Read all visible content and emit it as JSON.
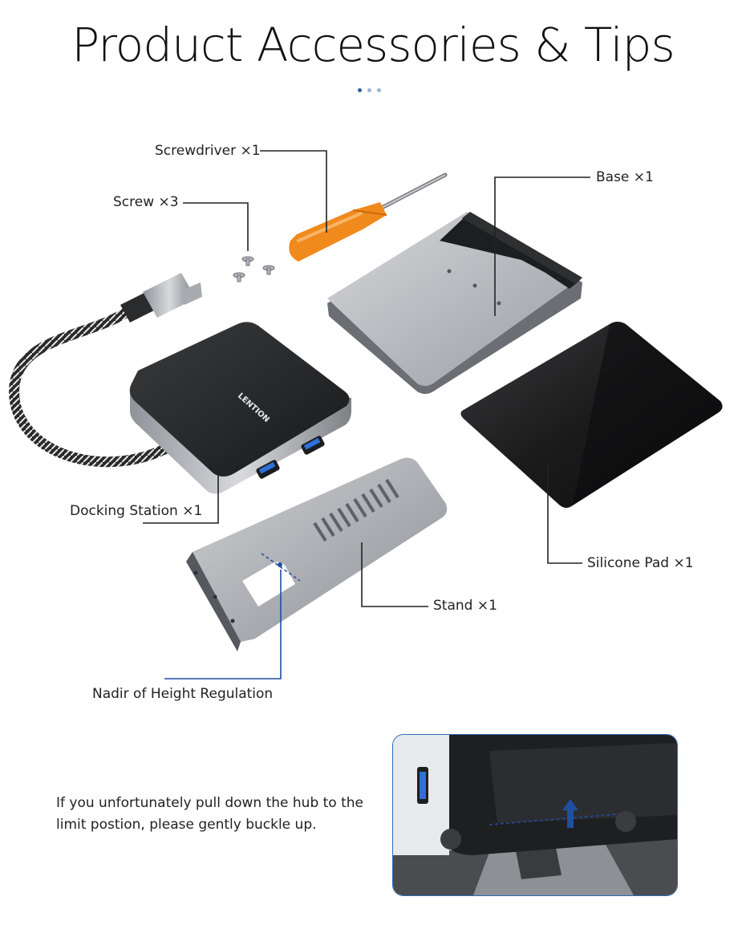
{
  "title": "Product Accessories & Tips",
  "pager": {
    "dots": 3,
    "active": 0,
    "active_color": "#2b5fa8",
    "inactive_color": "#9bb4d8"
  },
  "labels": {
    "screwdriver": "Screwdriver ×1",
    "screw": "Screw ×3",
    "base": "Base ×1",
    "docking": "Docking Station ×1",
    "silicone": "Silicone Pad ×1",
    "stand": "Stand ×1",
    "nadir": "Nadir of Height Regulation"
  },
  "tip_text": "If you unfortunately pull down the hub to the limit postion, please gently buckle up.",
  "brand": "LENTION",
  "colors": {
    "leader_line": "#222222",
    "accent_blue": "#1f4fa0",
    "screwdriver_orange": "#f08a1c"
  }
}
